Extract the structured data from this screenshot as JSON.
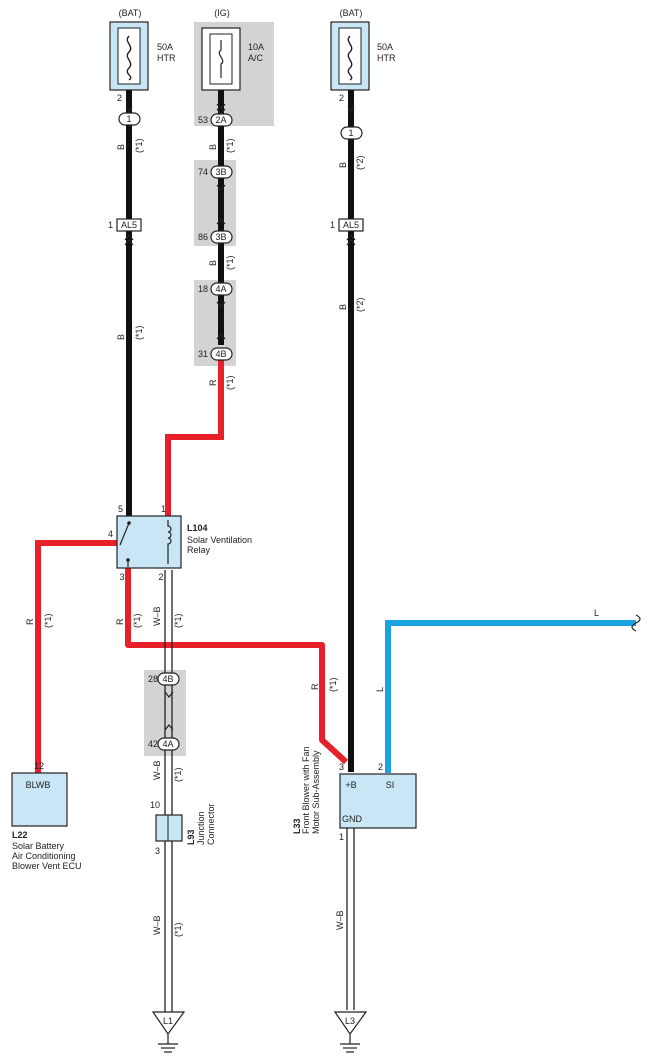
{
  "fuses": {
    "left": {
      "supply": "(BAT)",
      "rating": "50A",
      "name": "HTR"
    },
    "middle": {
      "supply": "(IG)",
      "rating": "10A",
      "name": "A/C"
    },
    "right": {
      "supply": "(BAT)",
      "rating": "50A",
      "name": "HTR"
    }
  },
  "connectors": {
    "left_top": {
      "pin": "2",
      "oval": "1"
    },
    "left_al5": {
      "pin": "1",
      "box": "AL5"
    },
    "mid_2a": {
      "pin": "53",
      "oval": "2A"
    },
    "mid_3b_top": {
      "pin": "74",
      "oval": "3B"
    },
    "mid_3b_bot": {
      "pin": "86",
      "oval": "3B"
    },
    "mid_4a_top": {
      "pin": "18",
      "oval": "4A"
    },
    "mid_4b_bot": {
      "pin": "31",
      "oval": "4B"
    },
    "right_top": {
      "pin": "2",
      "oval": "1"
    },
    "right_al5": {
      "pin": "1",
      "box": "AL5"
    },
    "low_4b": {
      "pin": "28",
      "oval": "4B"
    },
    "low_4a": {
      "pin": "42",
      "oval": "4A"
    }
  },
  "wires": {
    "b": "B",
    "r": "R",
    "wb": "W–B",
    "l": "L",
    "note1": "(*1)",
    "note2": "(*2)"
  },
  "relay": {
    "code": "L104",
    "name_line1": "Solar Ventilation",
    "name_line2": "Relay",
    "pin5": "5",
    "pin1": "1",
    "pin4": "4",
    "pin3": "3",
    "pin2": "2"
  },
  "ecu": {
    "code": "L22",
    "label": "BLWB",
    "pin": "12",
    "name_line1": "Solar Battery",
    "name_line2": "Air Conditioning",
    "name_line3": "Blower Vent ECU"
  },
  "junction": {
    "code": "L93",
    "name_line1": "Junction",
    "name_line2": "Connector",
    "pin_top": "10",
    "pin_bot": "3"
  },
  "blower": {
    "code": "L33",
    "name_line1": "Front Blower with Fan",
    "name_line2": "Motor Sub-Assembly",
    "plus_b": "+B",
    "si": "SI",
    "gnd": "GND",
    "pin3": "3",
    "pin2": "2",
    "pin1": "1"
  },
  "grounds": {
    "left": "L1",
    "right": "L3"
  },
  "colors": {
    "wire_black": "#111111",
    "wire_red": "#e8202a",
    "wire_blue": "#1aa3e0",
    "component_fill": "#c8e6f5",
    "junction_shade": "#d3d3d3"
  }
}
